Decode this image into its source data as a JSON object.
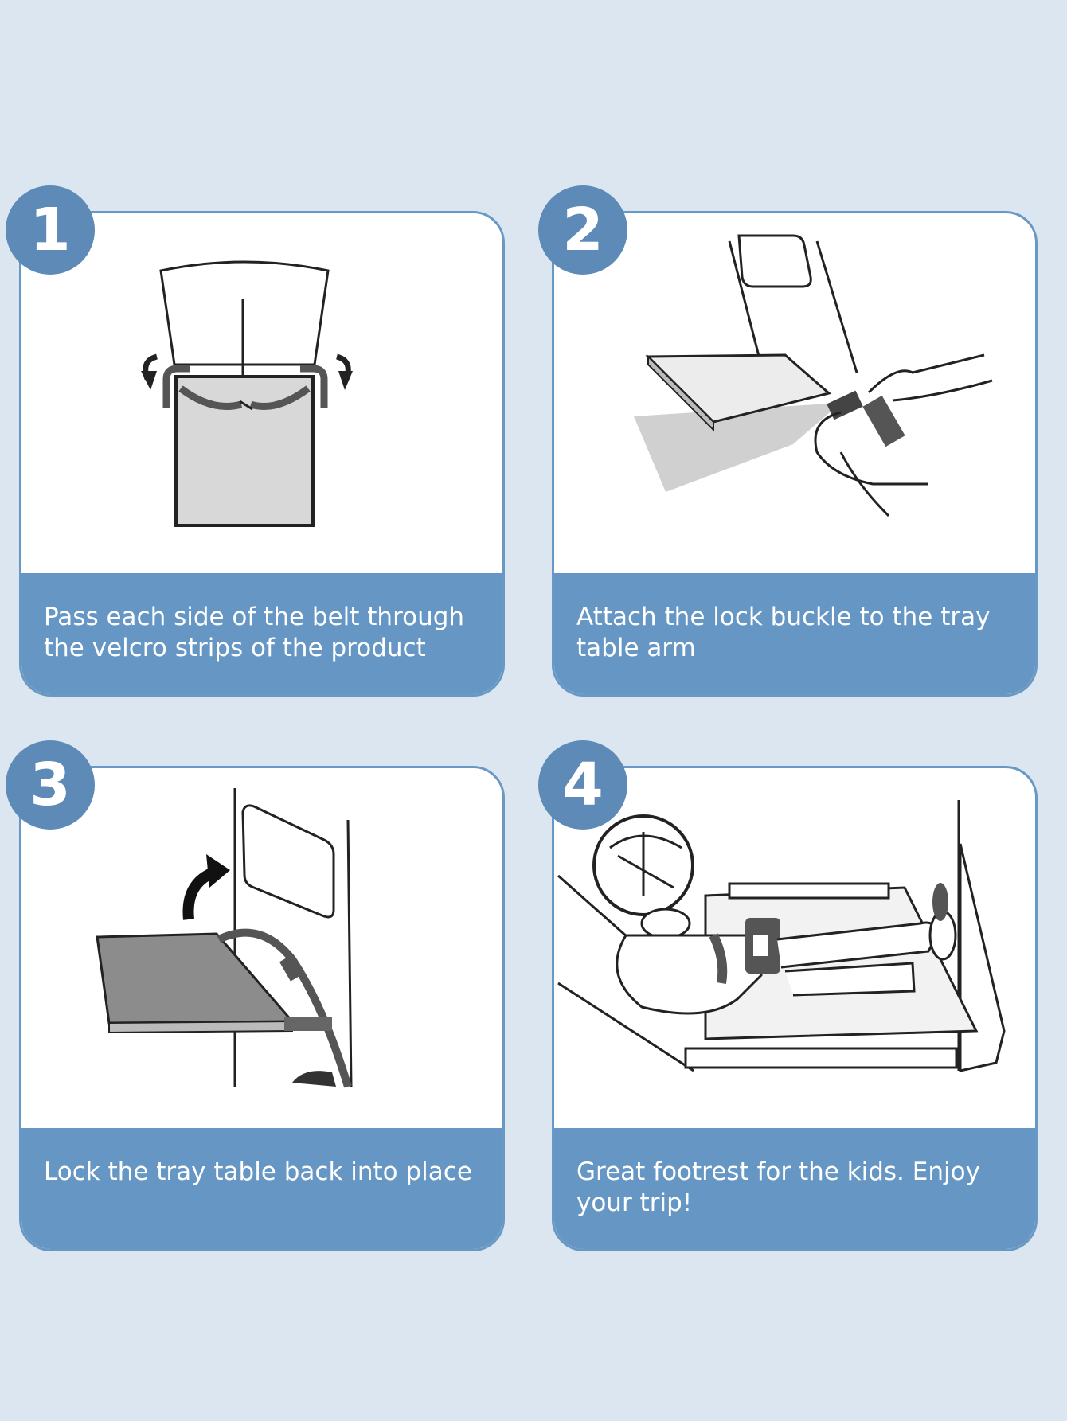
{
  "steps": [
    {
      "number": "1",
      "caption": "Pass each side of the belt through\nthe velcro strips of the product"
    },
    {
      "number": "2",
      "caption": "Attach the lock buckle to the tray\n table arm"
    },
    {
      "number": "3",
      "caption": "Lock the tray table back into place"
    },
    {
      "number": "4",
      "caption": "Great footrest for the kids. Enjoy\nyour trip!"
    }
  ],
  "colors": {
    "background": "#dbe6f1",
    "accent": "#6596c4",
    "badge": "#5d8ab6",
    "card": "#ffffff"
  },
  "icons": [
    "seat-belt-strap-icon",
    "tray-table-buckle-icon",
    "tray-table-lock-icon",
    "child-footrest-icon"
  ]
}
